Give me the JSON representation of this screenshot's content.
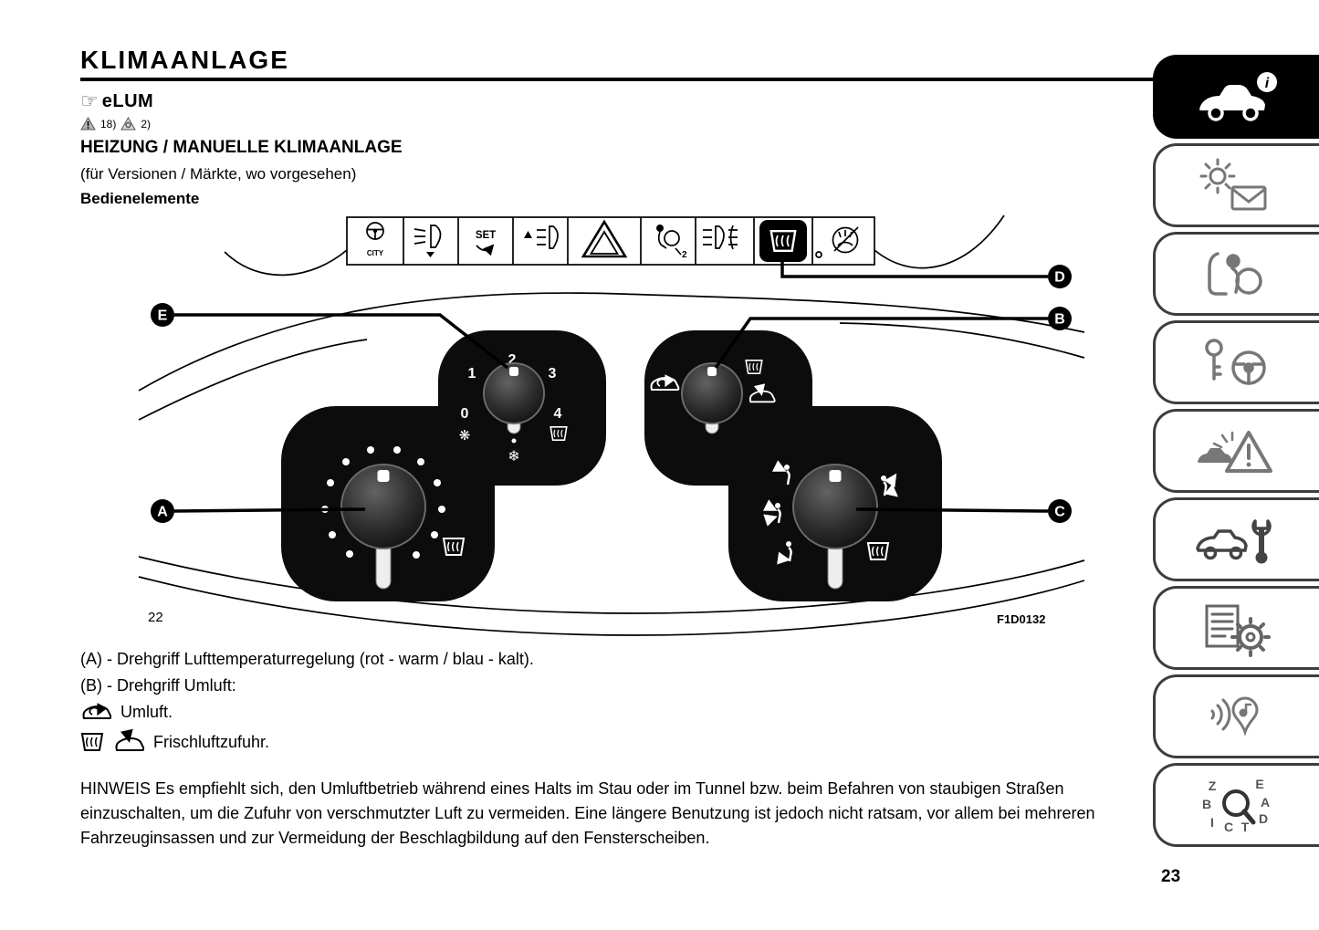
{
  "colors": {
    "ink": "#000000",
    "paper": "#ffffff",
    "icon_gray": "#6e6e6e"
  },
  "page": {
    "title": "KLIMAANLAGE",
    "number": "23"
  },
  "header": {
    "hand_icon": "☞",
    "logo": "eLUM",
    "ref1": "18)",
    "ref2": "2)"
  },
  "section": {
    "heading": "HEIZUNG / MANUELLE KLIMAANLAGE",
    "availability": "(für Versionen / Märkte, wo vorgesehen)",
    "subheading": "Bedienelemente"
  },
  "figure": {
    "number": "22",
    "code": "F1D0132",
    "callouts": {
      "a": "A",
      "b": "B",
      "c": "C",
      "d": "D",
      "e": "E"
    },
    "strip": {
      "city": "CITY",
      "set": "SET",
      "airbag_num": "2"
    },
    "fan_positions": [
      "0",
      "1",
      "2",
      "3",
      "4"
    ],
    "glyphs": {
      "fan": "❋",
      "snowflake": "❄"
    }
  },
  "body": {
    "item_a": "(A) - Drehgriff Lufttemperaturregelung (rot - warm / blau - kalt).",
    "item_b": "(B) - Drehgriff Umluft:",
    "umluft": "Umluft.",
    "frischluft": "Frischluftzufuhr.",
    "hinweis": "HINWEIS Es empfiehlt sich, den Umluftbetrieb während eines Halts im Stau oder im Tunnel bzw. beim Befahren von staubigen Straßen einzuschalten, um die Zufuhr von verschmutzter Luft zu vermeiden. Eine längere Benutzung ist jedoch nicht ratsam, vor allem bei mehreren Fahrzeuginsassen und zur Vermeidung der Beschlagbildung auf den Fensterscheiben."
  },
  "sidebar": {
    "info_glyph": "i",
    "index_letters": [
      "Z",
      "E",
      "B",
      "A",
      "I",
      "D",
      "C",
      "T"
    ],
    "tabs": [
      {
        "icon": "vehicle-info-icon",
        "active": true
      },
      {
        "icon": "lights-messages-icon",
        "active": false
      },
      {
        "icon": "safety-icon",
        "active": false
      },
      {
        "icon": "starting-driving-icon",
        "active": false
      },
      {
        "icon": "emergency-icon",
        "active": false
      },
      {
        "icon": "service-maintenance-icon",
        "active": false
      },
      {
        "icon": "technical-data-icon",
        "active": false
      },
      {
        "icon": "multimedia-icon",
        "active": false
      },
      {
        "icon": "index-icon",
        "active": false
      }
    ]
  }
}
